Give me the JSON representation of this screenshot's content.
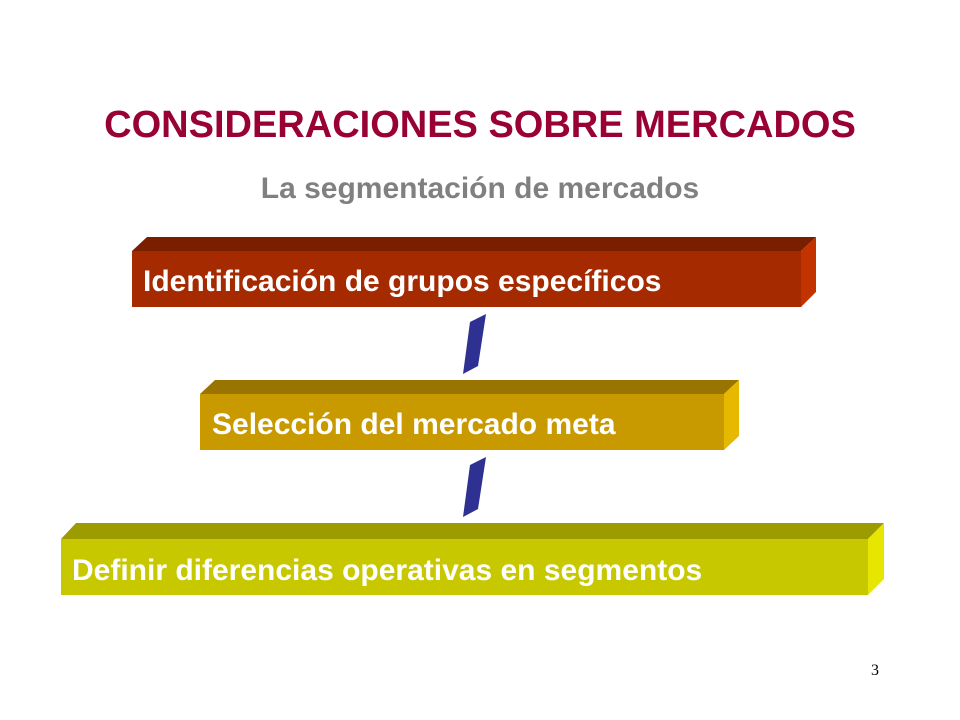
{
  "slide": {
    "title": "CONSIDERACIONES SOBRE MERCADOS",
    "subtitle": "La segmentación de mercados",
    "page_number": "3"
  },
  "steps": [
    {
      "label": "Identificación de grupos específicos",
      "colors": {
        "front": "#a52a00",
        "top": "#7a1e00",
        "side": "#c23300"
      }
    },
    {
      "label": "Selección del mercado meta",
      "colors": {
        "front": "#c89a00",
        "top": "#9a7400",
        "side": "#e6b800"
      }
    },
    {
      "label": "Definir diferencias operativas en segmentos",
      "colors": {
        "front": "#c8c800",
        "top": "#9c9c00",
        "side": "#e6e600"
      }
    }
  ],
  "connector_color": "#2e3192",
  "colors": {
    "title": "#990033",
    "subtitle": "#808080"
  }
}
